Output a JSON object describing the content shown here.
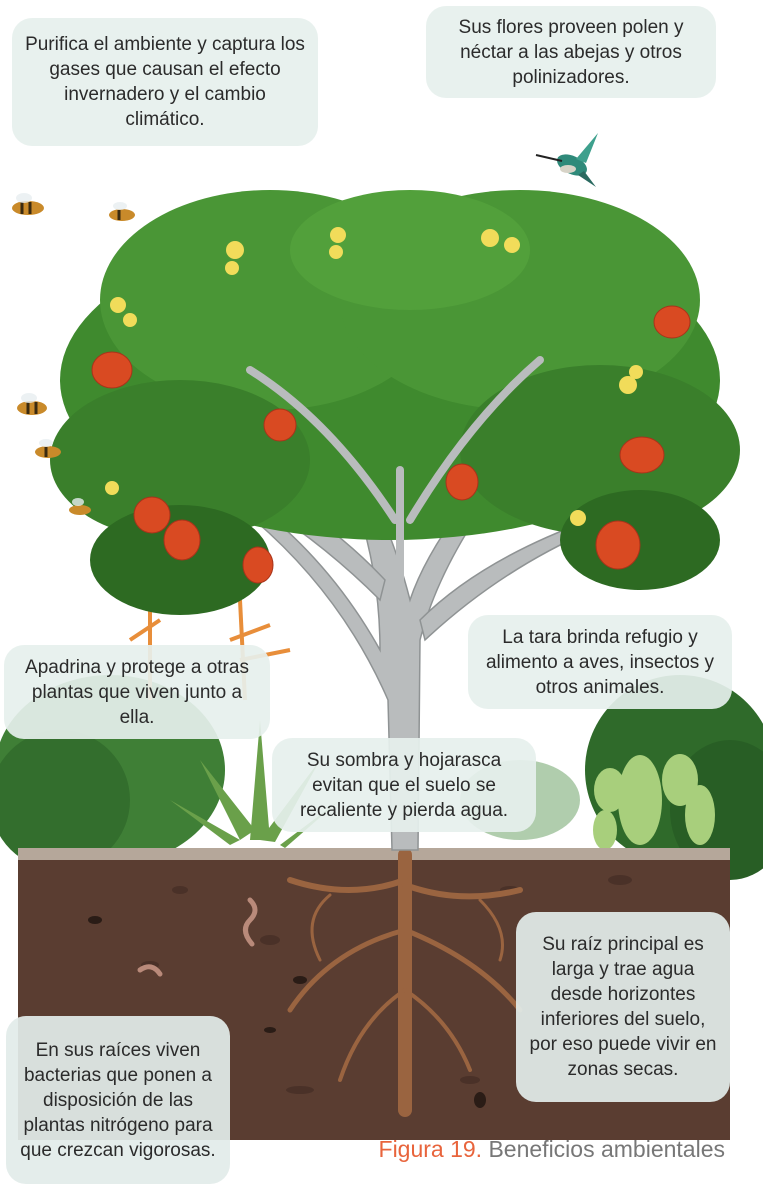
{
  "colors": {
    "foliage": "#3f8a2e",
    "foliage_dark": "#2d6a22",
    "trunk": "#b9bcbd",
    "pods": "#d94a22",
    "flowers": "#f1dc5a",
    "soil": "#5a3d31",
    "root": "#9a6440",
    "caption_figure": "#e8643c",
    "caption_text": "#777777",
    "bubble": "#e6f0ed"
  },
  "icons": [
    "bee-icon",
    "hummingbird-icon",
    "cactus-icon",
    "worm-icon",
    "beetle-icon"
  ],
  "callouts": {
    "purify": "Purifica el ambiente y captura los gases que causan el efecto invernadero y el cambio climático.",
    "flowers": "Sus flores proveen polen y néctar a las abejas y otros polinizadores.",
    "shelter": "La tara brinda refugio y alimento a aves, insectos y otros animales.",
    "sponsor": "Apadrina y protege a otras plantas que viven junto a ella.",
    "shade": "Su sombra y hojarasca evitan que el suelo se recaliente y pierda agua.",
    "root": "Su raíz principal es larga y trae agua desde horizontes inferiores del suelo, por eso puede vivir en zonas secas.",
    "bacteria": "En sus raíces viven bacterias que ponen a disposición de las plantas nitrógeno para que crezcan vigorosas."
  },
  "caption": {
    "figure": "Figura 19.",
    "text": " Beneficios ambientales"
  }
}
